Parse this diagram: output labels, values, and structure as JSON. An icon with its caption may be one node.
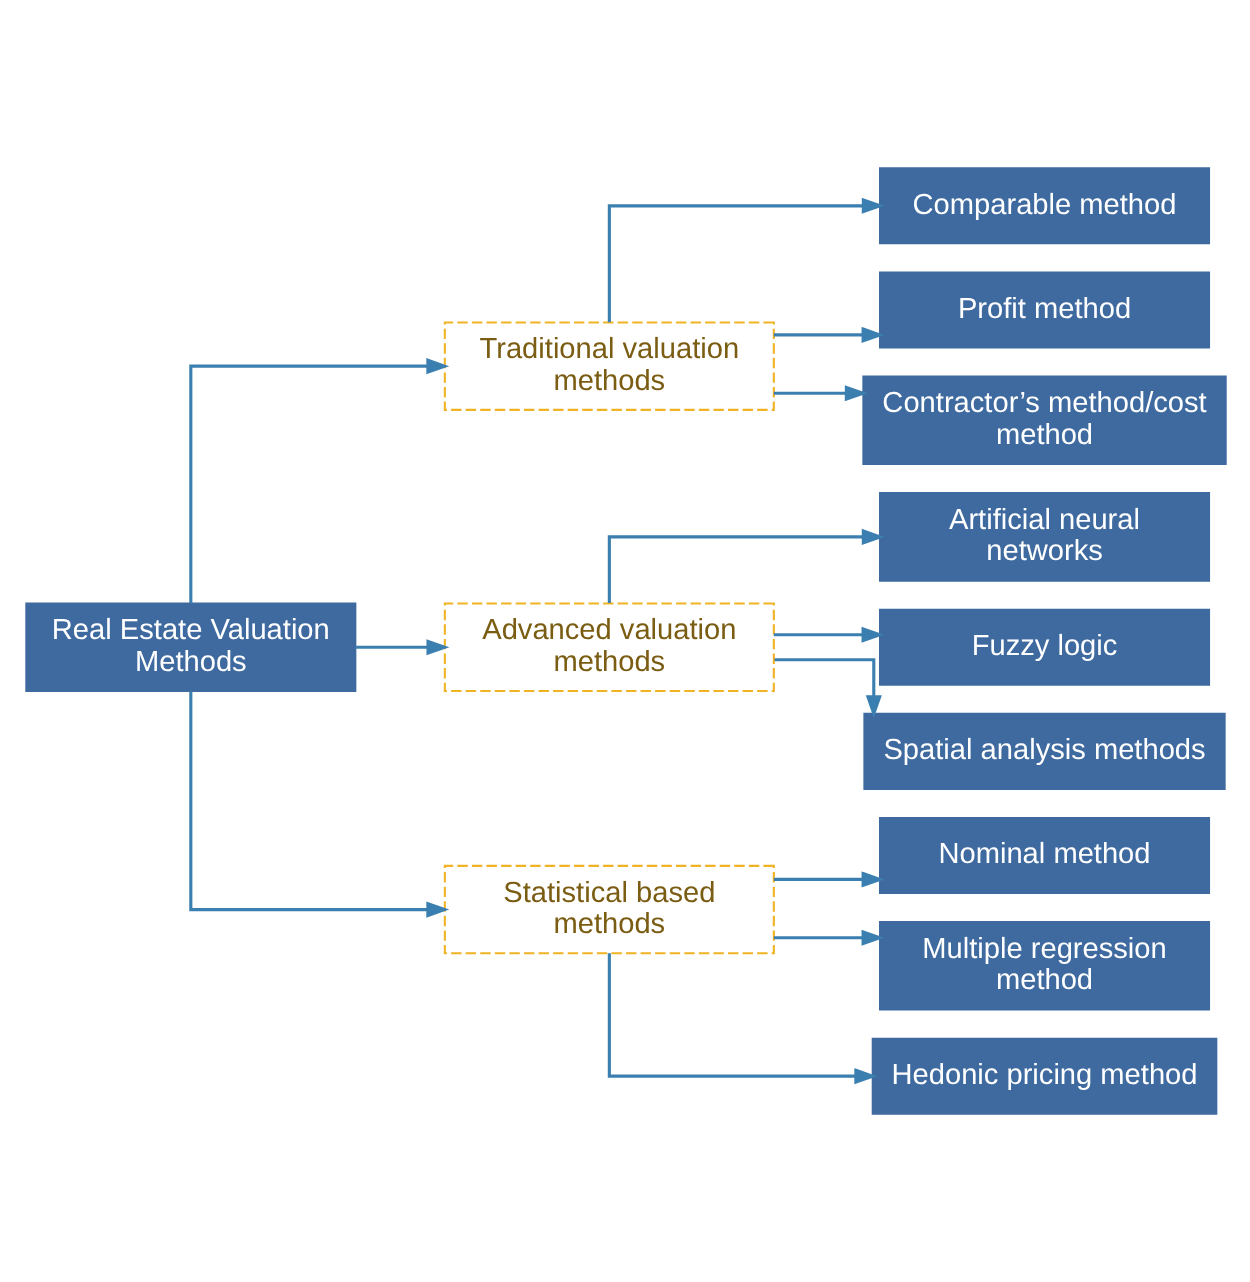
{
  "diagram": {
    "nodes": [
      {
        "text": [
          "Real Estate Valuation Methods"
        ]
      },
      {
        "text": [
          "Traditional valuation methods"
        ]
      },
      {
        "text": [
          "Advanced valuation methods"
        ]
      },
      {
        "text": [
          "Comparable method"
        ]
      },
      {
        "text": [
          "Profit method"
        ]
      },
      {
        "text": [
          "Contractor’s method/cost method"
        ]
      },
      {
        "text": [
          "Artificial neural networks"
        ]
      },
      {
        "text": [
          "Fuzzy logic"
        ]
      },
      {
        "text": [
          "Spatial analysis methods"
        ]
      },
      {
        "text": [
          "Statistical based methods"
        ]
      },
      {
        "text": [
          "Nominal method"
        ]
      },
      {
        "text": [
          "Multiple regression method"
        ]
      },
      {
        "text": [
          "Hedonic pricing method"
        ]
      }
    ],
    "edges": [
      {
        "from": 0,
        "to": 1,
        "arrow": "to"
      },
      {
        "from": 0,
        "to": 2,
        "arrow": "to"
      },
      {
        "from": 0,
        "to": 9,
        "arrow": "to"
      },
      {
        "from": 1,
        "to": 3,
        "arrow": "to"
      },
      {
        "from": 1,
        "to": 4,
        "arrow": "to"
      },
      {
        "from": 1,
        "to": 5,
        "arrow": "to"
      },
      {
        "from": 2,
        "to": 6,
        "arrow": "to"
      },
      {
        "from": 2,
        "to": 7,
        "arrow": "to"
      },
      {
        "from": 2,
        "to": 8,
        "arrow": "to"
      },
      {
        "from": 9,
        "to": 10,
        "arrow": "to"
      },
      {
        "from": 9,
        "to": 11,
        "arrow": "to"
      },
      {
        "from": 9,
        "to": 12,
        "arrow": "to"
      }
    ]
  }
}
